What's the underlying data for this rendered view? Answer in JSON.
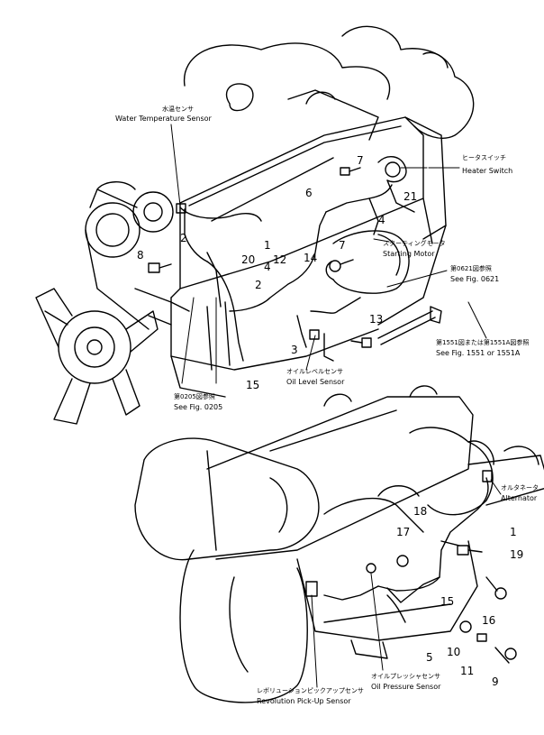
{
  "labels": {
    "water_temp_jp": "水温センサ",
    "water_temp_en": "Water Temperature Sensor",
    "heater_switch_jp": "ヒータスイッチ",
    "heater_switch_en": "Heater Switch",
    "starting_motor_jp": "スターティングモータ",
    "starting_motor_en": "Starting Motor",
    "fig0621_jp": "第0621図参照",
    "fig0621_en": "See Fig. 0621",
    "fig1551_jp": "第1551図または第1551A図参照",
    "fig1551_en": "See Fig. 1551 or 1551A",
    "oil_level_jp": "オイルレベルセンサ",
    "oil_level_en": "Oil Level Sensor",
    "fig0205_jp": "第0205図参照",
    "fig0205_en": "See Fig. 0205",
    "alternator_jp": "オルタネータ",
    "alternator_en": "Alternator",
    "oil_pressure_jp": "オイルプレッシャセンサ",
    "oil_pressure_en": "Oil Pressure Sensor",
    "pickup_jp": "レボリューションピックアップセンサ",
    "pickup_en": "Revolution Pick-Up Sensor"
  },
  "callouts": {
    "c7a": "7",
    "c21": "21",
    "c6": "6",
    "c7b": "7",
    "c4a": "4",
    "c1a": "1",
    "c2a": "2",
    "c8": "8",
    "c20": "20",
    "c12": "12",
    "c14": "14",
    "c4b": "4",
    "c2b": "2",
    "c13": "13",
    "c3": "3",
    "c15a": "15",
    "c18": "18",
    "c17": "17",
    "c1b": "1",
    "c19": "19",
    "c15b": "15",
    "c16": "16",
    "c5": "5",
    "c10": "10",
    "c11": "11",
    "c9": "9"
  }
}
